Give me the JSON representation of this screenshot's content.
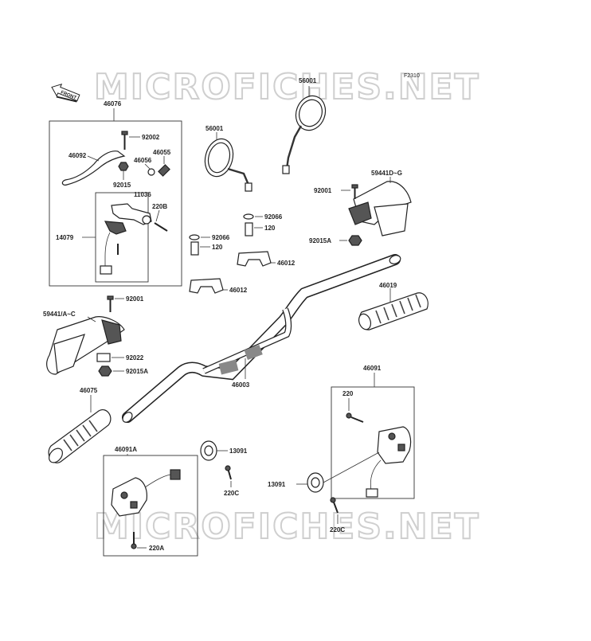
{
  "watermark": "MICROFICHES.NET",
  "figure_code": "F2310",
  "front_label": "FRONT",
  "labels": {
    "l46076": "46076",
    "l92002": "92002",
    "l46092": "46092",
    "l46055": "46055",
    "l46056": "46056",
    "l92015": "92015",
    "l11036": "11036",
    "l220B": "220B",
    "l14079": "14079",
    "l56001a": "56001",
    "l56001b": "56001",
    "l92066a": "92066",
    "l120a": "120",
    "l92066b": "92066",
    "l120b": "120",
    "l46012a": "46012",
    "l46012b": "46012",
    "l59441DG": "59441D~G",
    "l92001a": "92001",
    "l92015Aa": "92015A",
    "l46019": "46019",
    "l92001b": "92001",
    "l59441AC": "59441/A~C",
    "l92022": "92022",
    "l92015Ab": "92015A",
    "l46003": "46003",
    "l46075": "46075",
    "l46091": "46091",
    "l220": "220",
    "l46091A": "46091A",
    "l13091a": "13091",
    "l220Ca": "220C",
    "l13091b": "13091",
    "l220Cb": "220C",
    "l220A": "220A"
  }
}
